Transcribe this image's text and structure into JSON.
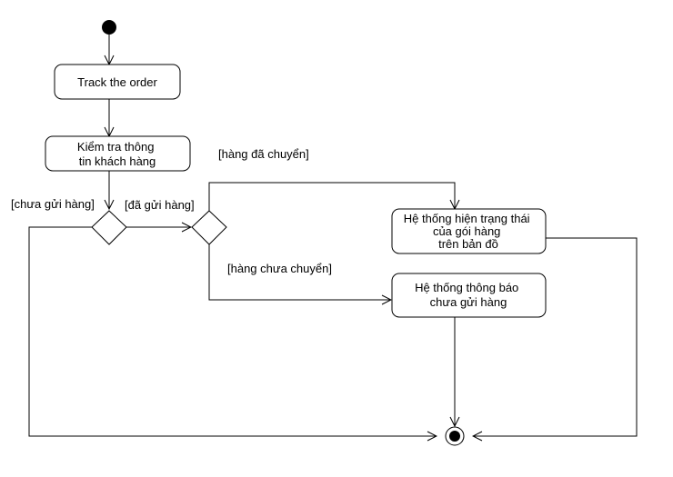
{
  "nodes": {
    "track": {
      "label": "Track the order"
    },
    "check": {
      "lines": [
        "Kiểm tra thông",
        "tin khách hàng"
      ]
    },
    "show_status": {
      "lines": [
        "Hệ thống hiện trạng thái",
        "của gói hàng",
        "trên bản đồ"
      ]
    },
    "notify": {
      "lines": [
        "Hệ thống thông báo",
        "chưa gửi hàng"
      ]
    }
  },
  "guards": {
    "not_sent": "[chưa gửi hàng]",
    "sent": "[đã gửi hàng]",
    "shipped": "[hàng đã chuyển]",
    "not_shipped": "[hàng chưa chuyển]"
  }
}
